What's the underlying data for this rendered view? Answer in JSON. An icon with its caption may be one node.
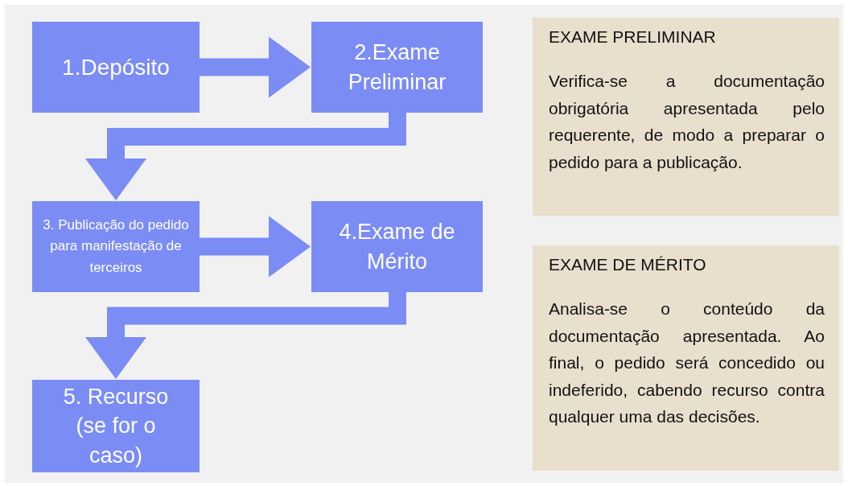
{
  "diagram": {
    "nodes": [
      {
        "text": [
          "1.Depósito"
        ]
      },
      {
        "text": [
          "2.Exame Preliminar"
        ]
      },
      {
        "text": [
          "3. Publicação do pedido para manifestação de terceiros"
        ]
      },
      {
        "text": [
          "4.Exame de Mérito"
        ]
      },
      {
        "text": [
          "5. Recurso (se for o caso)"
        ]
      },
      {
        "text": [
          "EXAME PRELIMINAR",
          "Verifica-se a documentação obrigatória apresentada pelo requerente, de modo a preparar o pedido para a publicação."
        ]
      },
      {
        "text": [
          "EXAME DE MÉRITO",
          "Analisa-se o conteúdo da documentação apresentada. Ao final, o pedido será concedido ou indeferido, cabendo recurso contra qualquer uma das decisões."
        ]
      }
    ],
    "edges": [
      {
        "from": 0,
        "to": 1,
        "arrow": "to"
      },
      {
        "from": 1,
        "to": 2,
        "arrow": "to"
      },
      {
        "from": 2,
        "to": 3,
        "arrow": "to"
      },
      {
        "from": 3,
        "to": 4,
        "arrow": "to"
      }
    ]
  }
}
